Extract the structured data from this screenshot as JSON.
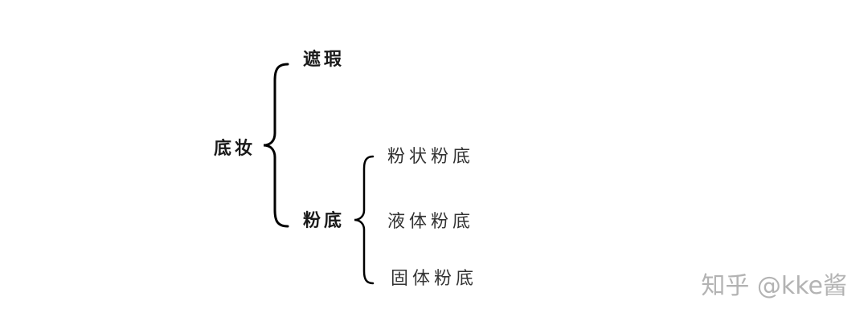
{
  "diagram": {
    "root": "底妆",
    "level1": {
      "concealer": "遮瑕",
      "foundation": "粉底"
    },
    "level2": {
      "powder": "粉状粉底",
      "liquid": "液体粉底",
      "solid": "固体粉底"
    }
  },
  "watermark": "知乎 @kke酱",
  "colors": {
    "text": "#1a1a1a",
    "brace": "#000000",
    "watermark": "#9a9a9a"
  }
}
